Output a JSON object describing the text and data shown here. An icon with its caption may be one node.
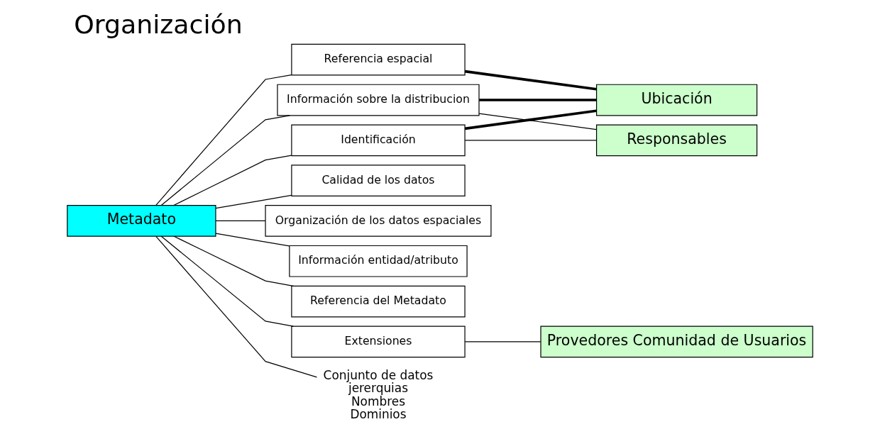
{
  "diagram": {
    "title": "Organización",
    "nodes": [
      {
        "text": [
          "Metadato"
        ]
      },
      {
        "text": [
          "Identificación"
        ]
      },
      {
        "text": [
          "Calidad de los datos"
        ]
      },
      {
        "text": [
          "Organización de los datos espaciales"
        ]
      },
      {
        "text": [
          "Referencia espacial"
        ]
      },
      {
        "text": [
          "Información entidad/atributo"
        ]
      },
      {
        "text": [
          "Información sobre la distribucion"
        ]
      },
      {
        "text": [
          "Referencia del Metadato"
        ]
      },
      {
        "text": [
          "Extensiones"
        ]
      },
      {
        "text": [
          "Ubicación"
        ]
      },
      {
        "text": [
          "Responsables"
        ]
      },
      {
        "text": [
          "Provedores Comunidad de Usuarios"
        ]
      },
      {
        "text": [
          "Conjunto de datos",
          "jererquias",
          "Nombres",
          "Dominios"
        ]
      }
    ],
    "edges": [
      {
        "from": 0,
        "to": 1,
        "arrow": "none"
      },
      {
        "from": 0,
        "to": 2,
        "arrow": "none"
      },
      {
        "from": 0,
        "to": 3,
        "arrow": "none"
      },
      {
        "from": 0,
        "to": 4,
        "arrow": "none"
      },
      {
        "from": 0,
        "to": 5,
        "arrow": "none"
      },
      {
        "from": 0,
        "to": 6,
        "arrow": "none"
      },
      {
        "from": 0,
        "to": 7,
        "arrow": "none"
      },
      {
        "from": 0,
        "to": 8,
        "arrow": "none"
      },
      {
        "from": 1,
        "to": 9,
        "arrow": "none",
        "style": "thick"
      },
      {
        "from": 4,
        "to": 9,
        "arrow": "none",
        "style": "thick"
      },
      {
        "from": 6,
        "to": 9,
        "arrow": "none",
        "style": "thick"
      },
      {
        "from": 1,
        "to": 10,
        "arrow": "none"
      },
      {
        "from": 6,
        "to": 10,
        "arrow": "none"
      },
      {
        "from": 8,
        "to": 11,
        "arrow": "none"
      },
      {
        "from": 0,
        "to": 12,
        "arrow": "none"
      }
    ]
  }
}
